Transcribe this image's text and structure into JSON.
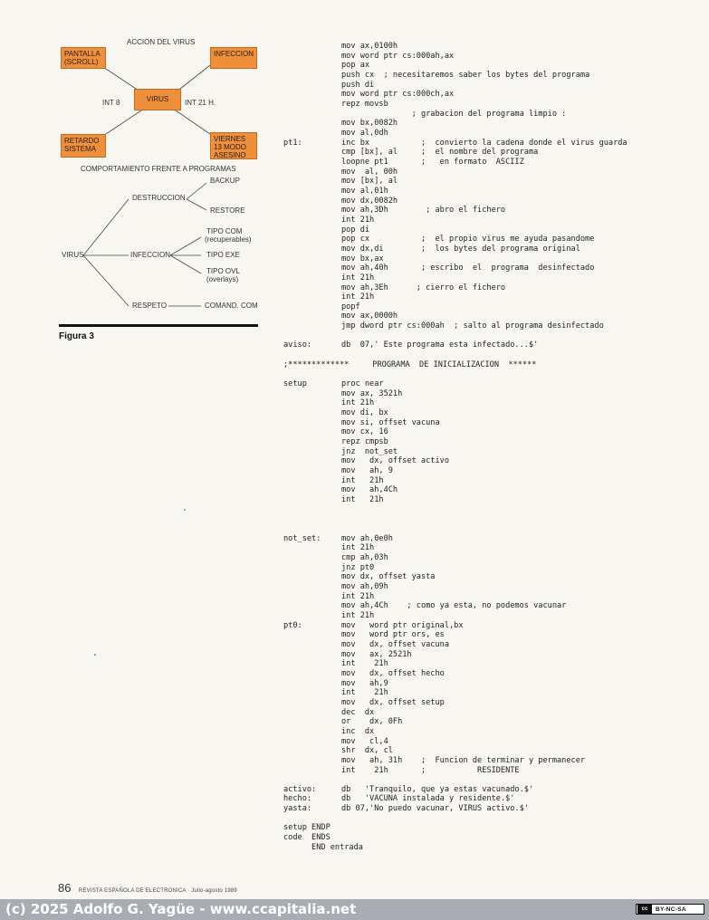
{
  "figure": {
    "title": "ACCION  DEL VIRUS",
    "boxes": {
      "pantalla": "PANTALLA (SCROLL)",
      "infeccion": "INFECCION",
      "virus": "VIRUS",
      "retardo": "RETARDO SISTEMA",
      "viernes": "VIERNES 13 MODO ASESINO"
    },
    "int8": "INT 8",
    "int21": "INT 21 H.",
    "subtitle": "COMPORTAMIENTO  FRENTE A PROGRAMAS",
    "tree": {
      "root": "VIRUS",
      "destruccion": "DESTRUCCION",
      "backup": "BACKUP",
      "restore": "RESTORE",
      "infeccion": "INFECCION",
      "tipo_com": "TIPO  COM",
      "tipo_com_note": "(recuperables)",
      "tipo_exe": "TIPO  EXE",
      "tipo_ovl": "TIPO  OVL",
      "tipo_ovl_note": "(overlays)",
      "respeto": "RESPETO",
      "comand": "COMAND. COM"
    },
    "caption": "Figura 3",
    "colors": {
      "box": "#f08f3a"
    }
  },
  "code_lines": [
    [
      "",
      "mov ax,0100h"
    ],
    [
      "",
      "mov word ptr cs:000ah,ax"
    ],
    [
      "",
      "pop ax"
    ],
    [
      "",
      "push cx  ; necesitaremos saber los bytes del programa"
    ],
    [
      "",
      "push di"
    ],
    [
      "",
      "mov word ptr cs:000ch,ax"
    ],
    [
      "",
      "repz movsb"
    ],
    [
      "",
      "               ; grabacion del programa limpio :"
    ],
    [
      "",
      "mov bx,0082h"
    ],
    [
      "",
      "mov al,0dh"
    ],
    [
      "pt1:",
      "inc bx           ;  convierto la cadena donde el virus guarda"
    ],
    [
      "",
      "cmp [bx], al     ;  el nombre del programa"
    ],
    [
      "",
      "loopne pt1       ;   en formato  ASCIIZ"
    ],
    [
      "",
      "mov  al, 00h"
    ],
    [
      "",
      "mov [bx], al"
    ],
    [
      "",
      "mov al,01h"
    ],
    [
      "",
      "mov dx,0082h"
    ],
    [
      "",
      "mov ah,3Dh        ; abro el fichero"
    ],
    [
      "",
      "int 21h"
    ],
    [
      "",
      "pop di"
    ],
    [
      "",
      "pop cx           ;  el propio virus me ayuda pasandome"
    ],
    [
      "",
      "mov dx,di        ;  los bytes del programa original"
    ],
    [
      "",
      "mov bx,ax"
    ],
    [
      "",
      "mov ah,40h       ; escribo  el  programa  desinfectado"
    ],
    [
      "",
      "int 21h"
    ],
    [
      "",
      "mov ah,3Eh      ; cierro el fichero"
    ],
    [
      "",
      "int 21h"
    ],
    [
      "",
      "popf"
    ],
    [
      "",
      "mov ax,0000h"
    ],
    [
      "",
      "jmp dword ptr cs:000ah  ; salto al programa desinfectado"
    ],
    [
      "",
      ""
    ],
    [
      "aviso:",
      "db  07,' Este programa esta infectado...$'"
    ],
    [
      "",
      ""
    ],
    [
      "FULL",
      ";*************     PROGRAMA  DE INICIALIZACION  ******"
    ],
    [
      "",
      ""
    ],
    [
      "setup",
      "proc near"
    ],
    [
      "",
      "mov ax, 3521h"
    ],
    [
      "",
      "int 21h"
    ],
    [
      "",
      "mov di, bx"
    ],
    [
      "",
      "mov si, offset vacuna"
    ],
    [
      "",
      "mov cx, 16"
    ],
    [
      "",
      "repz cmpsb"
    ],
    [
      "",
      "jnz  not_set"
    ],
    [
      "",
      "mov   dx, offset activo"
    ],
    [
      "",
      "mov   ah, 9"
    ],
    [
      "",
      "int   21h"
    ],
    [
      "",
      "mov   ah,4Ch"
    ],
    [
      "",
      "int   21h"
    ],
    [
      "",
      ""
    ],
    [
      "",
      ""
    ],
    [
      "",
      ""
    ],
    [
      "not_set:",
      "mov ah,0e0h"
    ],
    [
      "",
      "int 21h"
    ],
    [
      "",
      "cmp ah,03h"
    ],
    [
      "",
      "jnz pt0"
    ],
    [
      "",
      "mov dx, offset yasta"
    ],
    [
      "",
      "mov ah,09h"
    ],
    [
      "",
      "int 21h"
    ],
    [
      "",
      "mov ah,4Ch    ; como ya esta, no podemos vacunar"
    ],
    [
      "",
      "int 21h"
    ],
    [
      "pt0:",
      "mov   word ptr original,bx"
    ],
    [
      "",
      "mov   word ptr ors, es"
    ],
    [
      "",
      "mov   dx, offset vacuna"
    ],
    [
      "",
      "mov   ax, 2521h"
    ],
    [
      "",
      "int    21h"
    ],
    [
      "",
      "mov   dx, offset hecho"
    ],
    [
      "",
      "mov   ah,9"
    ],
    [
      "",
      "int    21h"
    ],
    [
      "",
      "mov   dx, offset setup"
    ],
    [
      "",
      "dec  dx"
    ],
    [
      "",
      "or    dx, 0Fh"
    ],
    [
      "",
      "inc  dx"
    ],
    [
      "",
      "mov   cl,4"
    ],
    [
      "",
      "shr  dx, cl"
    ],
    [
      "",
      "mov   ah, 31h    ;  Funcion de terminar y permanecer"
    ],
    [
      "",
      "int    21h       ;           RESIDENTE"
    ],
    [
      "",
      ""
    ],
    [
      "activo:",
      "db   'Tranquilo, que ya estas vacunado.$'"
    ],
    [
      "hecho:",
      "db   'VACUNA instalada y residente.$'"
    ],
    [
      "yasta:",
      "db 07,'No puedo vacunar, VIRUS activo.$'"
    ],
    [
      "",
      ""
    ],
    [
      "FULL",
      "setup ENDP"
    ],
    [
      "FULL",
      "code  ENDS"
    ],
    [
      "FULL",
      "      END entrada"
    ]
  ],
  "footer": {
    "page_number": "86",
    "magazine": "REVISTA ESPAÑOLA DE ELECTRONICA · Julio-agosto 1989",
    "copyright": "(c) 2025 Adolfo G. Yagüe - www.ccapitalia.net",
    "license_icon": "cc",
    "license": "BY-NC-SA"
  }
}
